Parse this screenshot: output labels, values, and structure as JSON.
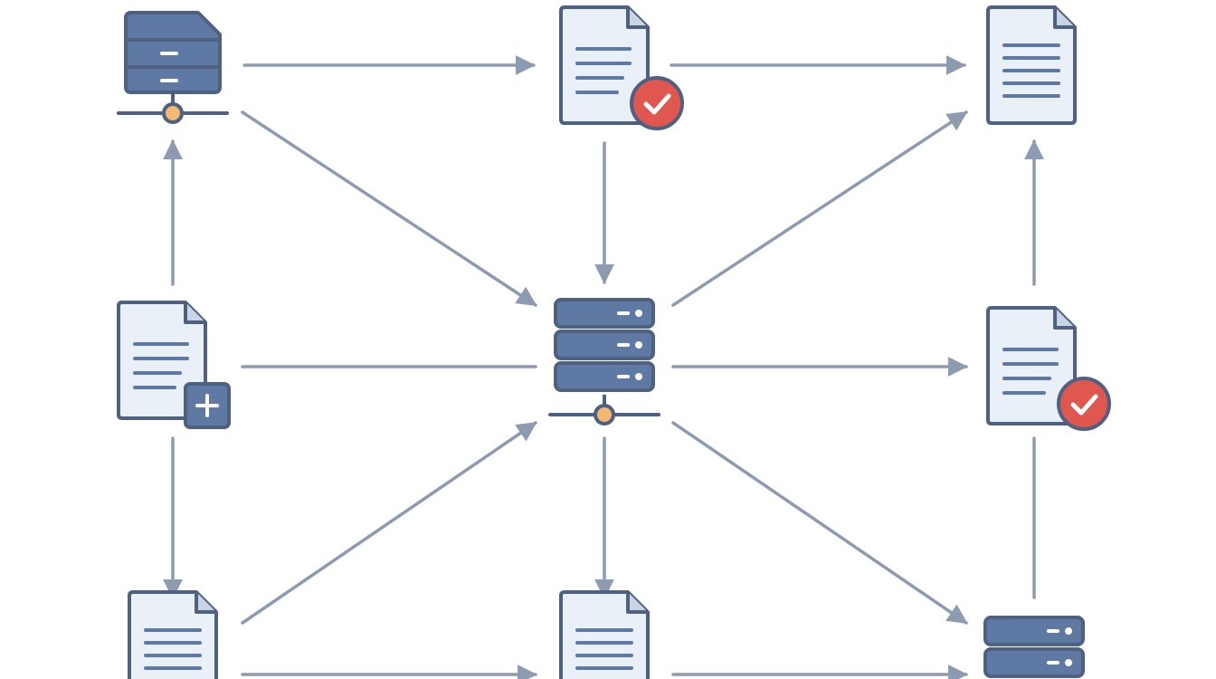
{
  "diagram": {
    "palette": {
      "background": "#ffffff",
      "outline": "#4e6180",
      "server_fill": "#5e79a3",
      "document_fill": "#eaf0f8",
      "document_lines": "#5e79a3",
      "arrow": "#8c9bb0",
      "badge_check": "#e0574f",
      "node_dot": "#f3b873",
      "plus_badge": "#5e79a3"
    },
    "nodes": [
      {
        "id": "top-left",
        "kind": "storage-network",
        "icon": "network-storage-icon"
      },
      {
        "id": "top-center",
        "kind": "document-verified",
        "icon": "document-check-icon"
      },
      {
        "id": "top-right",
        "kind": "document",
        "icon": "document-icon"
      },
      {
        "id": "middle-left",
        "kind": "document-add",
        "icon": "document-add-icon"
      },
      {
        "id": "middle-center",
        "kind": "server-network",
        "icon": "server-rack-network-icon"
      },
      {
        "id": "middle-right",
        "kind": "document-verified",
        "icon": "document-check-icon"
      },
      {
        "id": "bottom-left",
        "kind": "document",
        "icon": "document-icon"
      },
      {
        "id": "bottom-center",
        "kind": "document",
        "icon": "document-icon"
      },
      {
        "id": "bottom-right",
        "kind": "server",
        "icon": "server-rack-icon"
      }
    ],
    "edges": [
      {
        "from": "top-left",
        "to": "top-center",
        "arrowhead": true
      },
      {
        "from": "top-center",
        "to": "top-right",
        "arrowhead": true
      },
      {
        "from": "top-left",
        "to": "middle-center",
        "arrowhead": true
      },
      {
        "from": "top-center",
        "to": "middle-center",
        "arrowhead": true
      },
      {
        "from": "middle-center",
        "to": "top-right",
        "arrowhead": true
      },
      {
        "from": "middle-left",
        "to": "top-left",
        "arrowhead": true
      },
      {
        "from": "middle-right",
        "to": "top-right",
        "arrowhead": true
      },
      {
        "from": "middle-left",
        "to": "middle-center",
        "arrowhead": false
      },
      {
        "from": "middle-center",
        "to": "middle-right",
        "arrowhead": true
      },
      {
        "from": "middle-left",
        "to": "bottom-left",
        "arrowhead": true
      },
      {
        "from": "middle-center",
        "to": "bottom-center",
        "arrowhead": true
      },
      {
        "from": "bottom-left",
        "to": "middle-center",
        "arrowhead": true
      },
      {
        "from": "middle-center",
        "to": "bottom-right",
        "arrowhead": true
      },
      {
        "from": "bottom-right",
        "to": "middle-right",
        "arrowhead": false
      },
      {
        "from": "bottom-left",
        "to": "bottom-center",
        "arrowhead": true
      },
      {
        "from": "bottom-center",
        "to": "bottom-right",
        "arrowhead": true
      }
    ]
  }
}
